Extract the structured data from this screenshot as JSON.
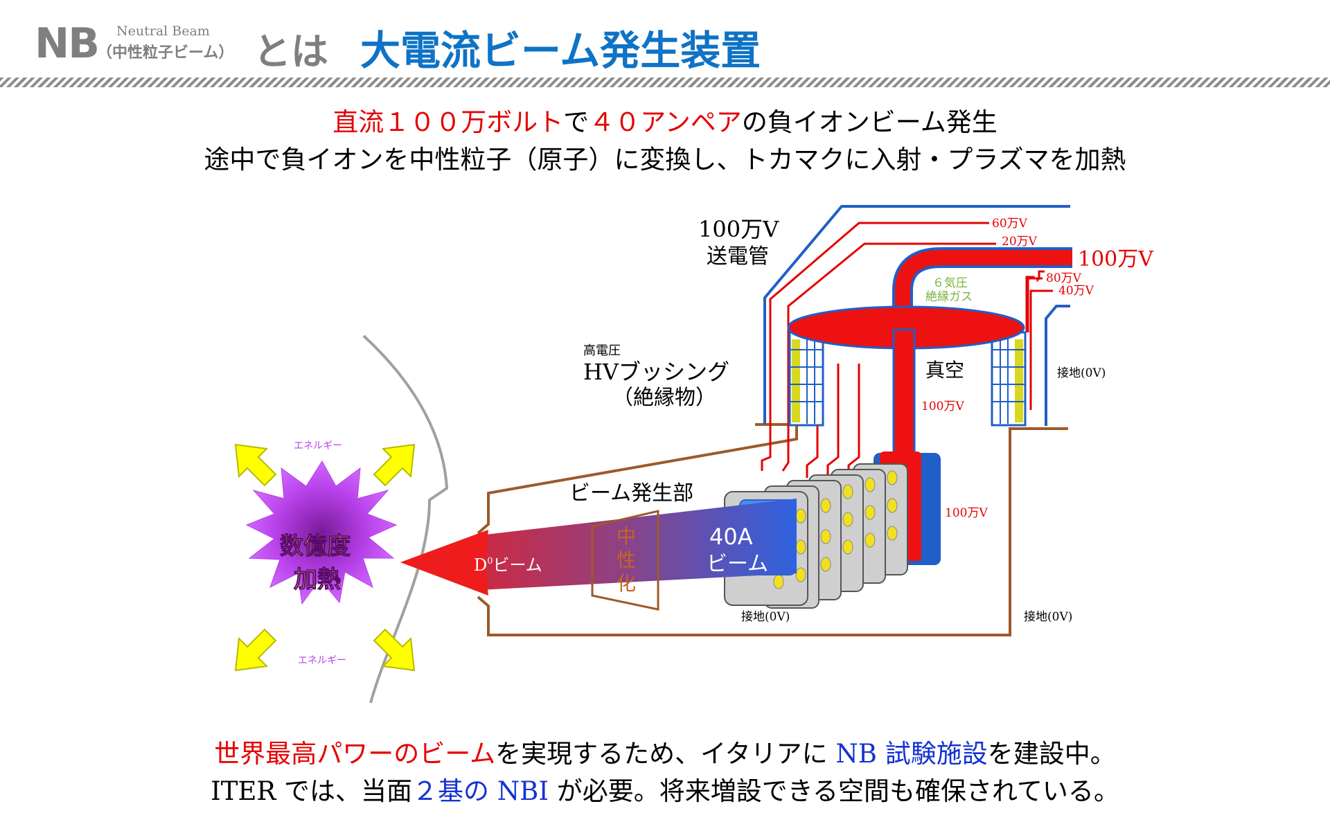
{
  "header": {
    "nb": "NB",
    "subtitle_en": "Neutral Beam",
    "subtitle_jp": "（中性粒子ビーム）",
    "toha": "とは",
    "title": "大電流ビーム発生装置"
  },
  "intro": {
    "line1": [
      {
        "text": "直流１００万ボルト",
        "color": "red"
      },
      {
        "text": "で",
        "color": "black"
      },
      {
        "text": "４０アンペア",
        "color": "red"
      },
      {
        "text": "の負イオンビーム発生",
        "color": "black"
      }
    ],
    "line2": "途中で負イオンを中性粒子（原子）に変換し、トカマクに入射・プラズマを加熱"
  },
  "diagram": {
    "tl_voltage": "100万V",
    "tl_name": "送電管",
    "v60": "60万V",
    "v20": "20万V",
    "v100_big": "100万V",
    "gas": "６気圧",
    "gas2": "絶縁ガス",
    "v80": "80万V",
    "v40": "40万V",
    "bushing_small": "高電圧",
    "bushing": "HVブッシング",
    "bushing_paren": "（絶縁物）",
    "vacuum": "真空",
    "ground_right_top": "接地(0V)",
    "v100_stem": "100万V",
    "v100_source": "100万V",
    "beam_section": "ビーム発生部",
    "neutralizer": [
      "中",
      "性",
      "化"
    ],
    "beam_40a_1": "40A",
    "beam_40a_2": "ビーム",
    "d0_beam": "D",
    "d0_sup": "0",
    "d0_rest": "ビーム",
    "ground_source": "接地(0V)",
    "ground_right_bottom": "接地(0V)",
    "energy_top": "エネルギー",
    "energy_bottom": "エネルギー",
    "heating1": "数億度",
    "heating2": "加熱"
  },
  "footer": {
    "line1": [
      {
        "text": "世界最高パワーのビーム",
        "color": "red"
      },
      {
        "text": "を実現するため、イタリアに",
        "color": "black"
      },
      {
        "text": " NB 試験施設",
        "color": "blue"
      },
      {
        "text": "を建設中。",
        "color": "black"
      }
    ],
    "line2": [
      {
        "text": "ITER では、当面",
        "color": "black"
      },
      {
        "text": "２基の NBI",
        "color": "blue"
      },
      {
        "text": " が必要。将来増設できる空間も確保されている。",
        "color": "black"
      }
    ]
  },
  "colors": {
    "title_blue": "#0e73c5",
    "red": "#e60000",
    "blue_line": "#1f5fc8",
    "brown": "#9c5a2a",
    "star": "#cc44ff",
    "arrow": "#ffff00"
  }
}
